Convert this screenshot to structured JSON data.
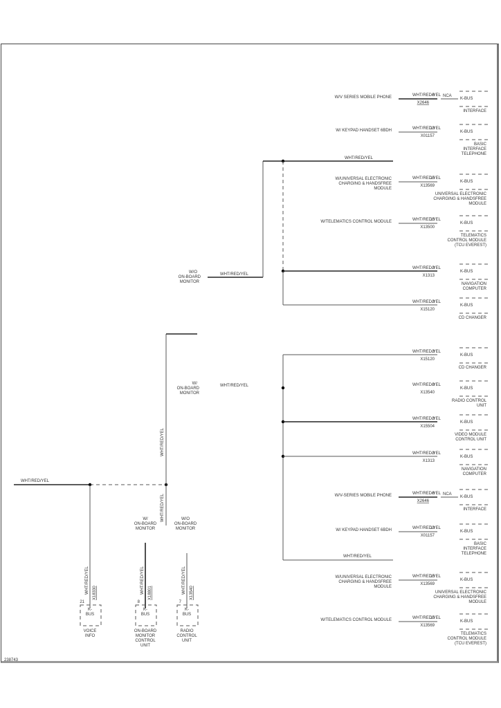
{
  "diagram": {
    "figure_id": "238743",
    "wire_color_label": "WHT/RED/YEL",
    "bus_label": "K-BUS",
    "branches": {
      "without_monitor": {
        "label": "W/O ON-BOARD MONITOR",
        "label_lines": [
          "W/O",
          "ON-BOARD",
          "MONITOR"
        ],
        "rows": [
          {
            "option": "W/V SERIES MOBILE PHONE",
            "wire": "WHT/RED/YEL",
            "pin": "6",
            "nca": "NCA",
            "connector": "X2646",
            "bus": "K-BUS",
            "component_lines": [
              "INTERFACE"
            ]
          },
          {
            "option": "W/ KEYPAD HANDSET 6BDH",
            "wire": "WHT/RED/YEL",
            "pin": "13",
            "connector": "X01157",
            "bus": "K-BUS",
            "component_lines": [
              "BASIC",
              "INTERFACE",
              "TELEPHONE"
            ]
          },
          {
            "option": "W/UNIVERSAL ELECTRONIC CHARGING & HANDSFREE MODULE",
            "option_lines": [
              "W/UNIVERSAL ELECTRONIC",
              "CHARGING & HANDSFREE",
              "MODULE"
            ],
            "wire": "WHT/RED/YEL",
            "pin": "15",
            "connector": "X13569",
            "bus": "K-BUS",
            "component_lines": [
              "UNIVERSAL ELECTRONIC",
              "CHARGING & HANDSFREE",
              "MODULE"
            ]
          },
          {
            "option": "W/TELEMATICS CONTROL MODULE",
            "wire": "WHT/RED/YEL",
            "pin": "15",
            "connector": "X13500",
            "bus": "K-BUS",
            "component_lines": [
              "TELEMATICS",
              "CONTROL MODULE",
              "(TCU EVEREST)"
            ]
          },
          {
            "option": "",
            "wire": "WHT/RED/YEL",
            "pin": "3",
            "connector": "X1313",
            "bus": "K-BUS",
            "component_lines": [
              "NAVIGATION",
              "COMPUTER"
            ]
          },
          {
            "option": "",
            "wire": "WHT/RED/YEL",
            "pin": "3",
            "connector": "X15120",
            "bus": "K-BUS",
            "component_lines": [
              "CD CHANGER"
            ]
          }
        ],
        "trunk_label": "WHT/RED/YEL"
      },
      "with_monitor": {
        "label_lines": [
          "W/",
          "ON-BOARD",
          "MONITOR"
        ],
        "rows": [
          {
            "option": "",
            "wire": "WHT/RED/YEL",
            "pin": "3",
            "connector": "X15120",
            "bus": "K-BUS",
            "component_lines": [
              "CD CHANGER"
            ]
          },
          {
            "option": "",
            "wire": "WHT/RED/YEL",
            "pin": "9",
            "connector": "X13540",
            "bus": "K-BUS",
            "component_lines": [
              "RADIO CONTROL",
              "UNIT"
            ]
          },
          {
            "option": "",
            "wire": "WHT/RED/YEL",
            "pin": "3",
            "connector": "X15504",
            "bus": "K-BUS",
            "component_lines": [
              "VIDEO MODULE",
              "CONTROL UNIT"
            ]
          },
          {
            "option": "",
            "wire": "WHT/RED/YEL",
            "pin": "3",
            "connector": "X1313",
            "bus": "K-BUS",
            "component_lines": [
              "NAVIGATION",
              "COMPUTER"
            ]
          },
          {
            "option": "W/V-SERIES MOBILE PHONE",
            "wire": "WHT/RED/YEL",
            "pin": "6",
            "nca": "NCA",
            "connector": "X2646",
            "bus": "K-BUS",
            "component_lines": [
              "INTERFACE"
            ]
          },
          {
            "option": "W/ KEYPAD HANDSET 6BDH",
            "wire": "WHT/RED/YEL",
            "pin": "13",
            "connector": "X01157",
            "bus": "K-BUS",
            "component_lines": [
              "BASIC",
              "INTERFACE",
              "TELEPHONE"
            ]
          },
          {
            "option": "",
            "option_lines": [
              "W/UNIVERSAL ELECTRONIC",
              "CHARGING & HANDSFREE",
              "MODULE"
            ],
            "wire": "WHT/RED/YEL",
            "pin": "15",
            "connector": "X13569",
            "bus": "K-BUS",
            "component_lines": [
              "UNIVERSAL ELECTRONIC",
              "CHARGING & HANDSFREE",
              "MODULE"
            ]
          },
          {
            "option": "W/TELEMATICS CONTROL MODULE",
            "wire": "WHT/RED/YEL",
            "pin": "15",
            "connector": "X13569",
            "bus": "K-BUS",
            "component_lines": [
              "TELEMATICS",
              "CONTROL MODULE",
              "(TCU EVEREST)"
            ]
          }
        ],
        "trunk_label": "WHT/RED/YEL",
        "lower_trunk_label": "WHT/RED/YEL"
      }
    },
    "vertical_labels": {
      "upper": "WHT/RED/YEL",
      "lower": "WHT/RED/YEL"
    },
    "main_input_label": "WHT/RED/YEL",
    "monitor_split": {
      "with_lines": [
        "W/",
        "ON-BOARD",
        "MONITOR"
      ],
      "without_lines": [
        "W/O",
        "ON-BOARD",
        "MONITOR"
      ]
    },
    "bottom_components": [
      {
        "wire": "WHT/RED/YEL",
        "connector": "X18330",
        "pin": "21",
        "bus_lines": [
          "K-",
          "BUS"
        ],
        "name_lines": [
          "VOICE",
          "INFO"
        ]
      },
      {
        "wire": "WHT/RED/YEL",
        "connector": "X18801",
        "pin": "8",
        "bus_lines": [
          "K-",
          "BUS"
        ],
        "name_lines": [
          "ON-BOARD",
          "MONITOR",
          "CONTROL",
          "UNIT"
        ]
      },
      {
        "wire": "WHT/RED/YEL",
        "connector": "X13540",
        "pin": "7",
        "bus_lines": [
          "K-",
          "BUS"
        ],
        "name_lines": [
          "RADIO",
          "CONTROL",
          "UNIT"
        ]
      }
    ]
  }
}
